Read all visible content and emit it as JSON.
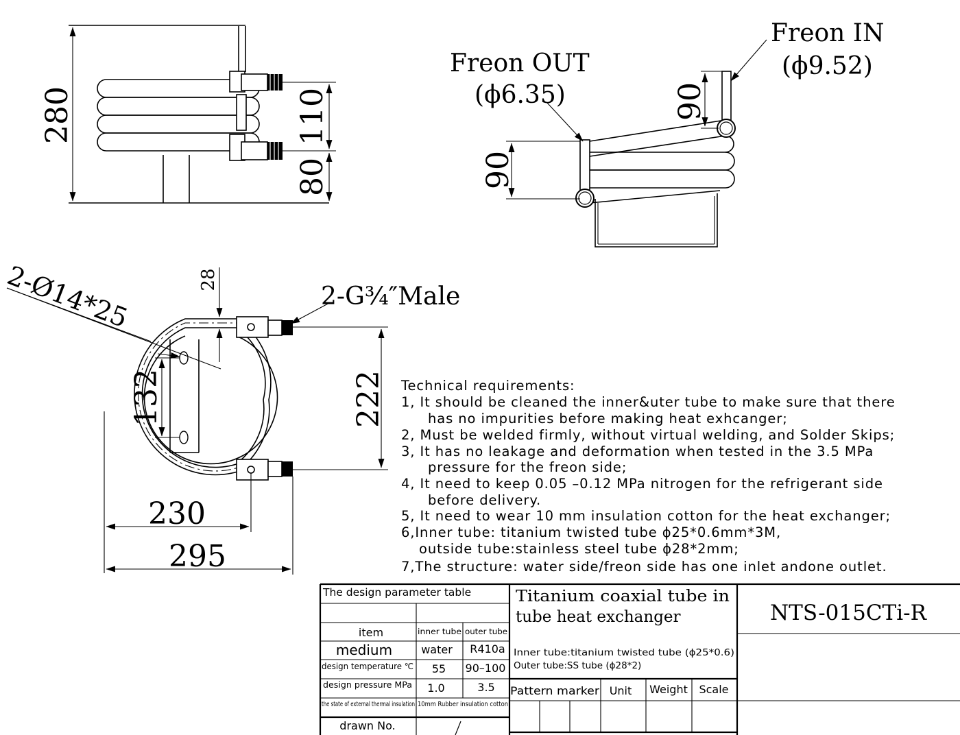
{
  "views": {
    "side": {
      "height": "280",
      "spacing_upper": "110",
      "spacing_lower": "80"
    },
    "front": {
      "freon_out_label": "Freon OUT",
      "freon_out_diameter": "(ϕ6.35)",
      "freon_in_label": "Freon IN",
      "freon_in_diameter": "(ϕ9.52)",
      "dim_left": "90",
      "dim_right": "90"
    },
    "top": {
      "holes_callout": "2-Ø14*25",
      "dim_28": "28",
      "thread_callout": "2-G¾″Male",
      "dim_132": "132",
      "dim_222": "222",
      "dim_230": "230",
      "dim_295": "295"
    }
  },
  "requirements": {
    "title": "Technical requirements:",
    "lines": [
      "1, It should be cleaned the inner&uter tube to make sure that there",
      "has no impurities before making heat exhcanger;",
      "2, Must be welded firmly, without virtual welding, and Solder Skips;",
      "3, It has no leakage and deformation when tested in the 3.5 MPa",
      "pressure for the freon side;",
      "4, It need to keep 0.05 –0.12 MPa nitrogen for the refrigerant side",
      "before delivery.",
      "5, It need to wear 10 mm insulation cotton for the heat exchanger;",
      "6,Inner tube: titanium twisted tube ϕ25*0.6mm*3M,",
      "outside tube:stainless steel tube ϕ28*2mm;",
      "7,The structure: water side/freon side has one inlet andone outlet."
    ]
  },
  "title_block": {
    "param_table": {
      "title": "The design parameter table",
      "header": [
        "item",
        "inner tube",
        "outer tube"
      ],
      "rows": [
        [
          "medium",
          "water",
          "R410a"
        ],
        [
          "design temperature ℃",
          "55",
          "90–100"
        ],
        [
          "design pressure MPa",
          "1.0",
          "3.5"
        ],
        [
          "the state of external thermal insulation",
          "10mm Rubber insulation cotton",
          ""
        ],
        [
          "drawn No.",
          "/",
          ""
        ]
      ]
    },
    "product_name_line1": "Titanium coaxial tube in",
    "product_name_line2": "tube heat exchanger",
    "spec_inner": "Inner tube:titanium twisted tube (ϕ25*0.6)",
    "spec_outer": "Outer tube:SS tube (ϕ28*2)",
    "attribute_headers": [
      "Pattern marker",
      "Unit",
      "Weight",
      "Scale"
    ],
    "model_number": "NTS-015CTi-R"
  }
}
